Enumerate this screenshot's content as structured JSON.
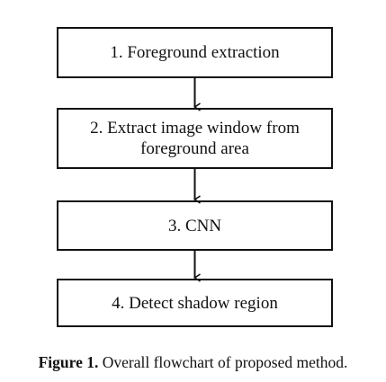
{
  "flowchart": {
    "steps": [
      {
        "label": "1. Foreground extraction"
      },
      {
        "label": "2. Extract image window from\nforeground area"
      },
      {
        "label": "3. CNN"
      },
      {
        "label": "4. Detect shadow region"
      }
    ]
  },
  "caption": {
    "label": "Figure 1.",
    "text": " Overall flowchart of proposed method."
  }
}
